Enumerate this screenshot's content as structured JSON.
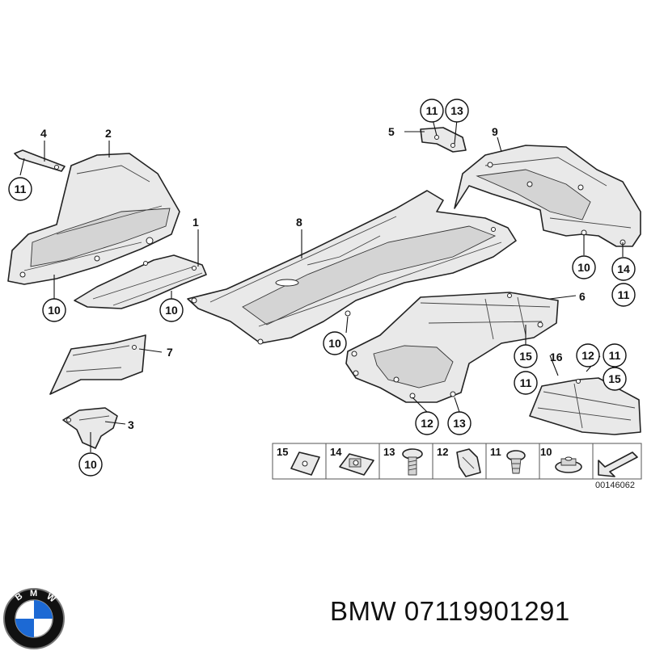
{
  "diagram": {
    "parts": [
      {
        "id": "part-1",
        "label": "1"
      },
      {
        "id": "part-2",
        "label": "2"
      },
      {
        "id": "part-3",
        "label": "3"
      },
      {
        "id": "part-4",
        "label": "4"
      },
      {
        "id": "part-5",
        "label": "5"
      },
      {
        "id": "part-6",
        "label": "6"
      },
      {
        "id": "part-7",
        "label": "7"
      },
      {
        "id": "part-8",
        "label": "8"
      },
      {
        "id": "part-9",
        "label": "9"
      },
      {
        "id": "part-16",
        "label": "16"
      }
    ],
    "callouts": [
      "11",
      "10",
      "10",
      "10",
      "10",
      "11",
      "13",
      "10",
      "14",
      "11",
      "15",
      "11",
      "12",
      "11",
      "15",
      "12",
      "13"
    ],
    "legend": [
      "15",
      "14",
      "13",
      "12",
      "11",
      "10"
    ],
    "reference_code": "00146062"
  },
  "footer": {
    "title": "BMW 07119901291",
    "logo_letters": [
      "B",
      "M",
      "W"
    ]
  },
  "colors": {
    "part_fill": "#e9e9e9",
    "outline": "#222222",
    "logo_blue": "#1c69d4",
    "logo_black": "#111111"
  }
}
